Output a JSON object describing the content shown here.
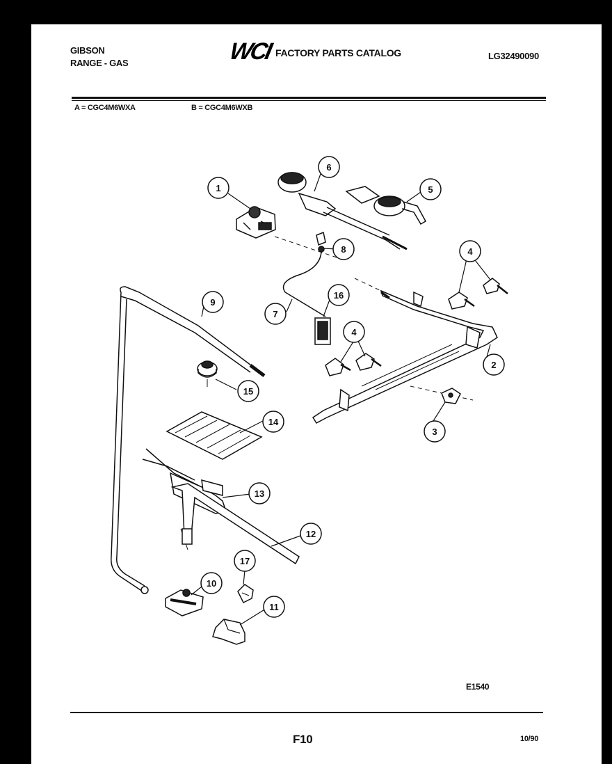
{
  "header": {
    "brand": "GIBSON",
    "product": "RANGE - GAS",
    "logo": "WCI",
    "catalog_title": "FACTORY PARTS CATALOG",
    "catalog_number": "LG32490090"
  },
  "models": {
    "a": "A = CGC4M6WXA",
    "b": "B = CGC4M6WXB"
  },
  "callouts": [
    {
      "id": "1",
      "label": "1"
    },
    {
      "id": "2",
      "label": "2"
    },
    {
      "id": "3",
      "label": "3"
    },
    {
      "id": "4a",
      "label": "4"
    },
    {
      "id": "4b",
      "label": "4"
    },
    {
      "id": "5",
      "label": "5"
    },
    {
      "id": "6",
      "label": "6"
    },
    {
      "id": "7",
      "label": "7"
    },
    {
      "id": "8",
      "label": "8"
    },
    {
      "id": "9",
      "label": "9"
    },
    {
      "id": "10",
      "label": "10"
    },
    {
      "id": "11",
      "label": "11"
    },
    {
      "id": "12",
      "label": "12"
    },
    {
      "id": "13",
      "label": "13"
    },
    {
      "id": "14",
      "label": "14"
    },
    {
      "id": "15",
      "label": "15"
    },
    {
      "id": "16",
      "label": "16"
    },
    {
      "id": "17",
      "label": "17"
    }
  ],
  "footer": {
    "diagram_code": "E1540",
    "page": "F10",
    "date": "10/90"
  }
}
